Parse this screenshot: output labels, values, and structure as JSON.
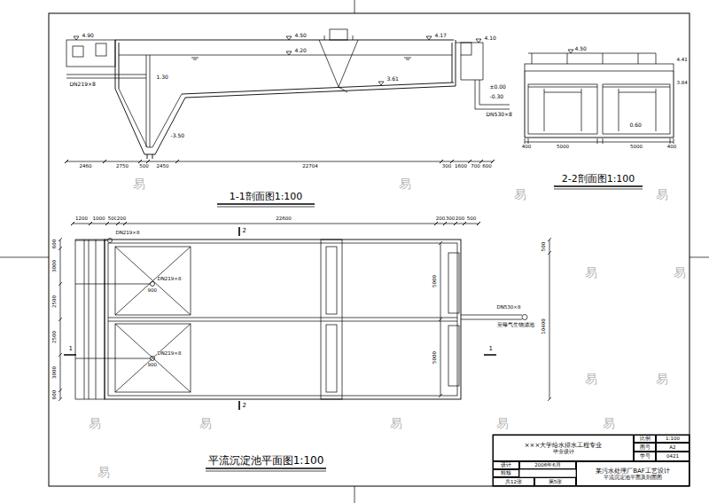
{
  "diagram": {
    "nodes": [
      {
        "text": [
          "×××大学给水排水工程专业",
          "毕业设计"
        ]
      },
      {
        "text": [
          "比例"
        ]
      },
      {
        "text": [
          "1:100"
        ]
      },
      {
        "text": [
          "图号"
        ]
      },
      {
        "text": [
          "A2"
        ]
      },
      {
        "text": [
          "学号"
        ]
      },
      {
        "text": [
          "0421"
        ]
      },
      {
        "text": [
          "设计"
        ]
      },
      {
        "text": [
          "2006年6月"
        ]
      },
      {
        "text": [
          "校核"
        ]
      },
      {
        "text": [
          "共12张"
        ]
      },
      {
        "text": [
          "第5张"
        ]
      },
      {
        "text": [
          "某污水处理厂BAF工艺设计",
          "平流沉淀池平面及剖面图"
        ]
      }
    ],
    "labels": [
      "4.90",
      "DN219×8",
      "1.30",
      "4.50",
      "4.20",
      "4.17",
      "4.10",
      "3.61",
      "±0.00",
      "-0.30",
      "DN530×8",
      "-3.50",
      "2460",
      "2750",
      "500",
      "2450",
      "22704",
      "300",
      "1600",
      "700",
      "600",
      "1-1剖面图1:100",
      "4.50",
      "4.41",
      "3.84",
      "0.60",
      "400",
      "5000",
      "5000",
      "400",
      "2-2剖面图1:100",
      "1200",
      "1000",
      "500",
      "200",
      "22600",
      "200",
      "300",
      "200",
      "500",
      "DN219×8",
      "DN219×8",
      "900",
      "DN219×8",
      "900",
      "1",
      "1",
      "2",
      "2",
      "600",
      "3000",
      "2500",
      "2500",
      "3000",
      "600",
      "5000",
      "5000",
      "500",
      "10400",
      "DN530×8",
      "至曝气生物滤池",
      "平流沉淀池平面图1:100",
      "易",
      "易",
      "易",
      "易",
      "易",
      "易",
      "易",
      "易",
      "易",
      "易",
      "易",
      "易",
      "易",
      "易"
    ]
  }
}
